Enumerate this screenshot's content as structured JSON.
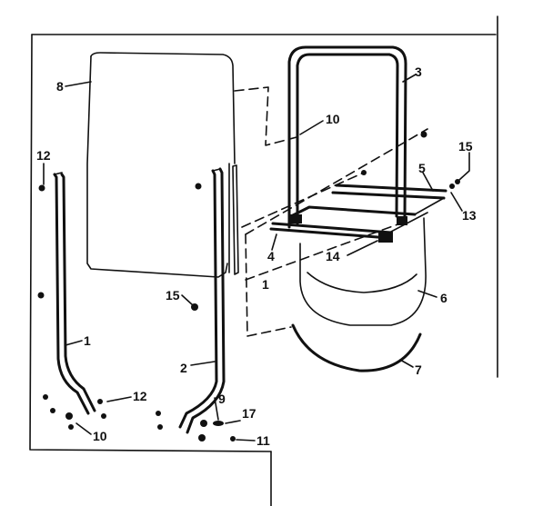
{
  "labels": {
    "l8_top": "8",
    "l3": "3",
    "l10_mid": "10",
    "l12": "12",
    "l15_right": "15",
    "l5": "5",
    "l13": "13",
    "l4": "4",
    "l14": "14",
    "l1_mid": "1",
    "l15_left": "15",
    "l6": "6",
    "l1": "1",
    "l2": "2",
    "l7": "7",
    "l12_bottom": "12",
    "l9": "9",
    "l17": "17",
    "l10_bottom": "10",
    "l11": "11"
  },
  "colors": {
    "ink": "#111111",
    "paper": "#ffffff"
  }
}
